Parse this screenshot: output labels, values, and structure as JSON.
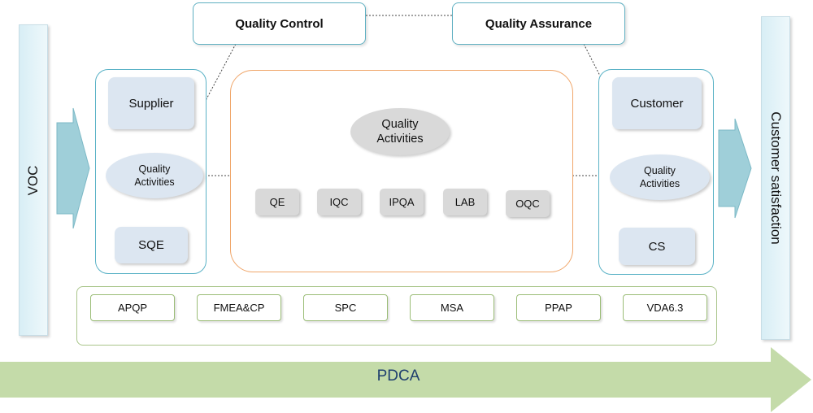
{
  "left_bar": {
    "label": "VOC"
  },
  "right_bar": {
    "label": "Customer satisfaction"
  },
  "top": {
    "quality_control": "Quality Control",
    "quality_assurance": "Quality Assurance"
  },
  "left_panel": {
    "supplier": "Supplier",
    "activities_line1": "Quality",
    "activities_line2": "Activities",
    "sqe": "SQE"
  },
  "right_panel": {
    "customer": "Customer",
    "activities_line1": "Quality",
    "activities_line2": "Activities",
    "cs": "CS"
  },
  "center": {
    "activities_line1": "Quality",
    "activities_line2": "Activities",
    "departments": [
      "QE",
      "IQC",
      "IPQA",
      "LAB",
      "OQC"
    ]
  },
  "tools": [
    "APQP",
    "FMEA&CP",
    "SPC",
    "MSA",
    "PPAP",
    "VDA6.3"
  ],
  "bottom_arrow": {
    "label": "PDCA"
  },
  "colors": {
    "accent_blue": "#5ab2c6",
    "accent_orange": "#f0a66a",
    "accent_green": "#a9c58a",
    "arrow_green": "#c4dba9"
  }
}
